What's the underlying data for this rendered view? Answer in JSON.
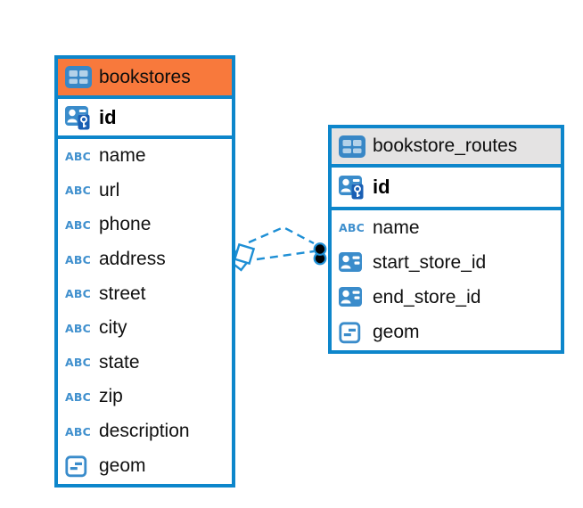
{
  "colors": {
    "table_border_blue": "#0d86cb",
    "connector_blue": "#1e8fd5",
    "icon_blue": "#3a8ccb",
    "abc_blue": "#4090ce",
    "key_overlay_blue": "#1a5fb4",
    "header_orange": "#f8793c",
    "header_gray": "#e4e3e3"
  },
  "tables": [
    {
      "name": "bookstores",
      "header_style": "orange",
      "fields": [
        {
          "name": "id",
          "type": "primary-key"
        },
        {
          "name": "name",
          "type": "text"
        },
        {
          "name": "url",
          "type": "text"
        },
        {
          "name": "phone",
          "type": "text"
        },
        {
          "name": "address",
          "type": "text"
        },
        {
          "name": "street",
          "type": "text"
        },
        {
          "name": "city",
          "type": "text"
        },
        {
          "name": "state",
          "type": "text"
        },
        {
          "name": "zip",
          "type": "text"
        },
        {
          "name": "description",
          "type": "text"
        },
        {
          "name": "geom",
          "type": "geometry"
        }
      ]
    },
    {
      "name": "bookstore_routes",
      "header_style": "gray",
      "fields": [
        {
          "name": "id",
          "type": "primary-key"
        },
        {
          "name": "name",
          "type": "text"
        },
        {
          "name": "start_store_id",
          "type": "foreign-key"
        },
        {
          "name": "end_store_id",
          "type": "foreign-key"
        },
        {
          "name": "geom",
          "type": "geometry"
        }
      ]
    }
  ],
  "relationship": {
    "from_table": "bookstore_routes",
    "to_table": "bookstores",
    "style": "dashed",
    "line_count": 2
  }
}
